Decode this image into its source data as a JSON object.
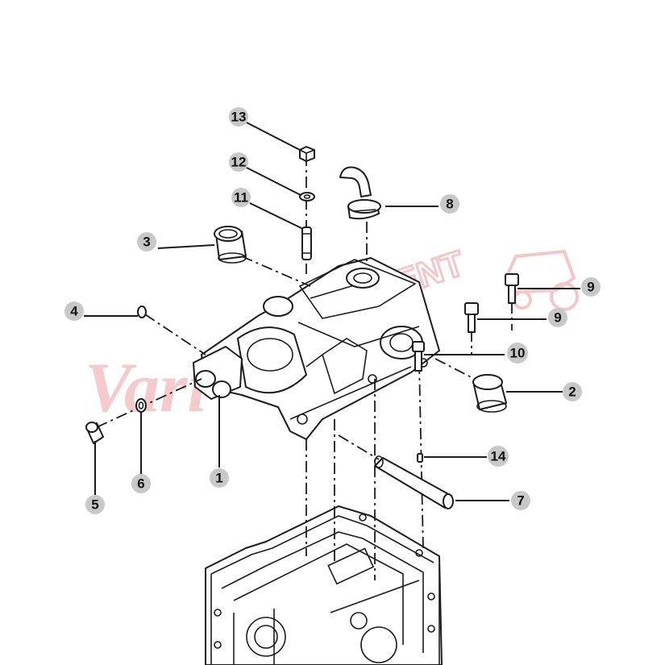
{
  "watermark": {
    "script_text": "Vari",
    "block_text": "EQUIPMENT",
    "color": "#f1b9bd"
  },
  "callout_color": "#c8c8c8",
  "callouts": [
    {
      "id": "c1",
      "label": "1"
    },
    {
      "id": "c2",
      "label": "2"
    },
    {
      "id": "c3",
      "label": "3"
    },
    {
      "id": "c4",
      "label": "4"
    },
    {
      "id": "c5",
      "label": "5"
    },
    {
      "id": "c6",
      "label": "6"
    },
    {
      "id": "c7",
      "label": "7"
    },
    {
      "id": "c8",
      "label": "8"
    },
    {
      "id": "c9a",
      "label": "9"
    },
    {
      "id": "c9b",
      "label": "9"
    },
    {
      "id": "c10",
      "label": "10"
    },
    {
      "id": "c11",
      "label": "11"
    },
    {
      "id": "c12",
      "label": "12"
    },
    {
      "id": "c13",
      "label": "13"
    },
    {
      "id": "c14",
      "label": "14"
    }
  ]
}
